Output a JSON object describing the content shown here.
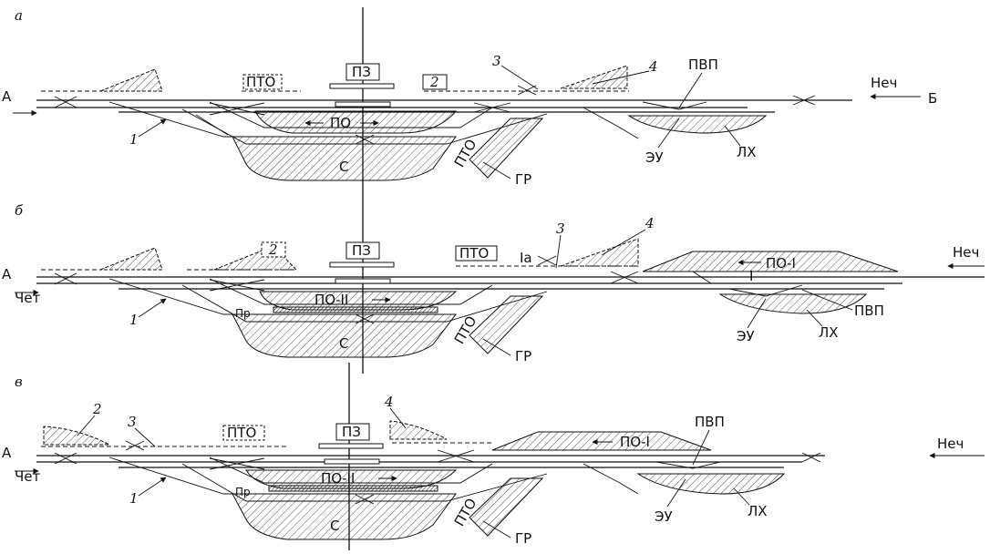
{
  "panels": [
    {
      "letter": "а",
      "labels": {
        "pz": "ПЗ",
        "pto": "ПТО",
        "po": "ПО",
        "s": "С",
        "pto2": "ПТО",
        "gr": "ГР",
        "pvp": "ПВП",
        "eu": "ЭУ",
        "lh": "ЛХ",
        "a": "А",
        "b": "Б",
        "nech": "Неч",
        "n1": "1",
        "n2": "2",
        "n3": "3",
        "n4": "4"
      }
    },
    {
      "letter": "б",
      "labels": {
        "pz": "ПЗ",
        "pto": "ПТО",
        "po": "ПО-II",
        "poi": "ПО-I",
        "s": "С",
        "pto2": "ПТО",
        "gr": "ГР",
        "pvp": "ПВП",
        "eu": "ЭУ",
        "lh": "ЛХ",
        "a": "А",
        "chet": "Чет",
        "nech": "Неч",
        "pr": "Пр",
        "ia": "Iа",
        "i": "I",
        "n1": "1",
        "n2": "2",
        "n3": "3",
        "n4": "4"
      }
    },
    {
      "letter": "в",
      "labels": {
        "pz": "ПЗ",
        "pto": "ПТО",
        "po": "ПО-II",
        "poi": "ПО-I",
        "s": "С",
        "pto2": "ПТО",
        "gr": "ГР",
        "pvp": "ПВП",
        "eu": "ЭУ",
        "lh": "ЛХ",
        "a": "А",
        "chet": "Чет",
        "nech": "Неч",
        "pr": "Пр",
        "n1": "1",
        "n2": "2",
        "n3": "3",
        "n4": "4"
      }
    }
  ]
}
